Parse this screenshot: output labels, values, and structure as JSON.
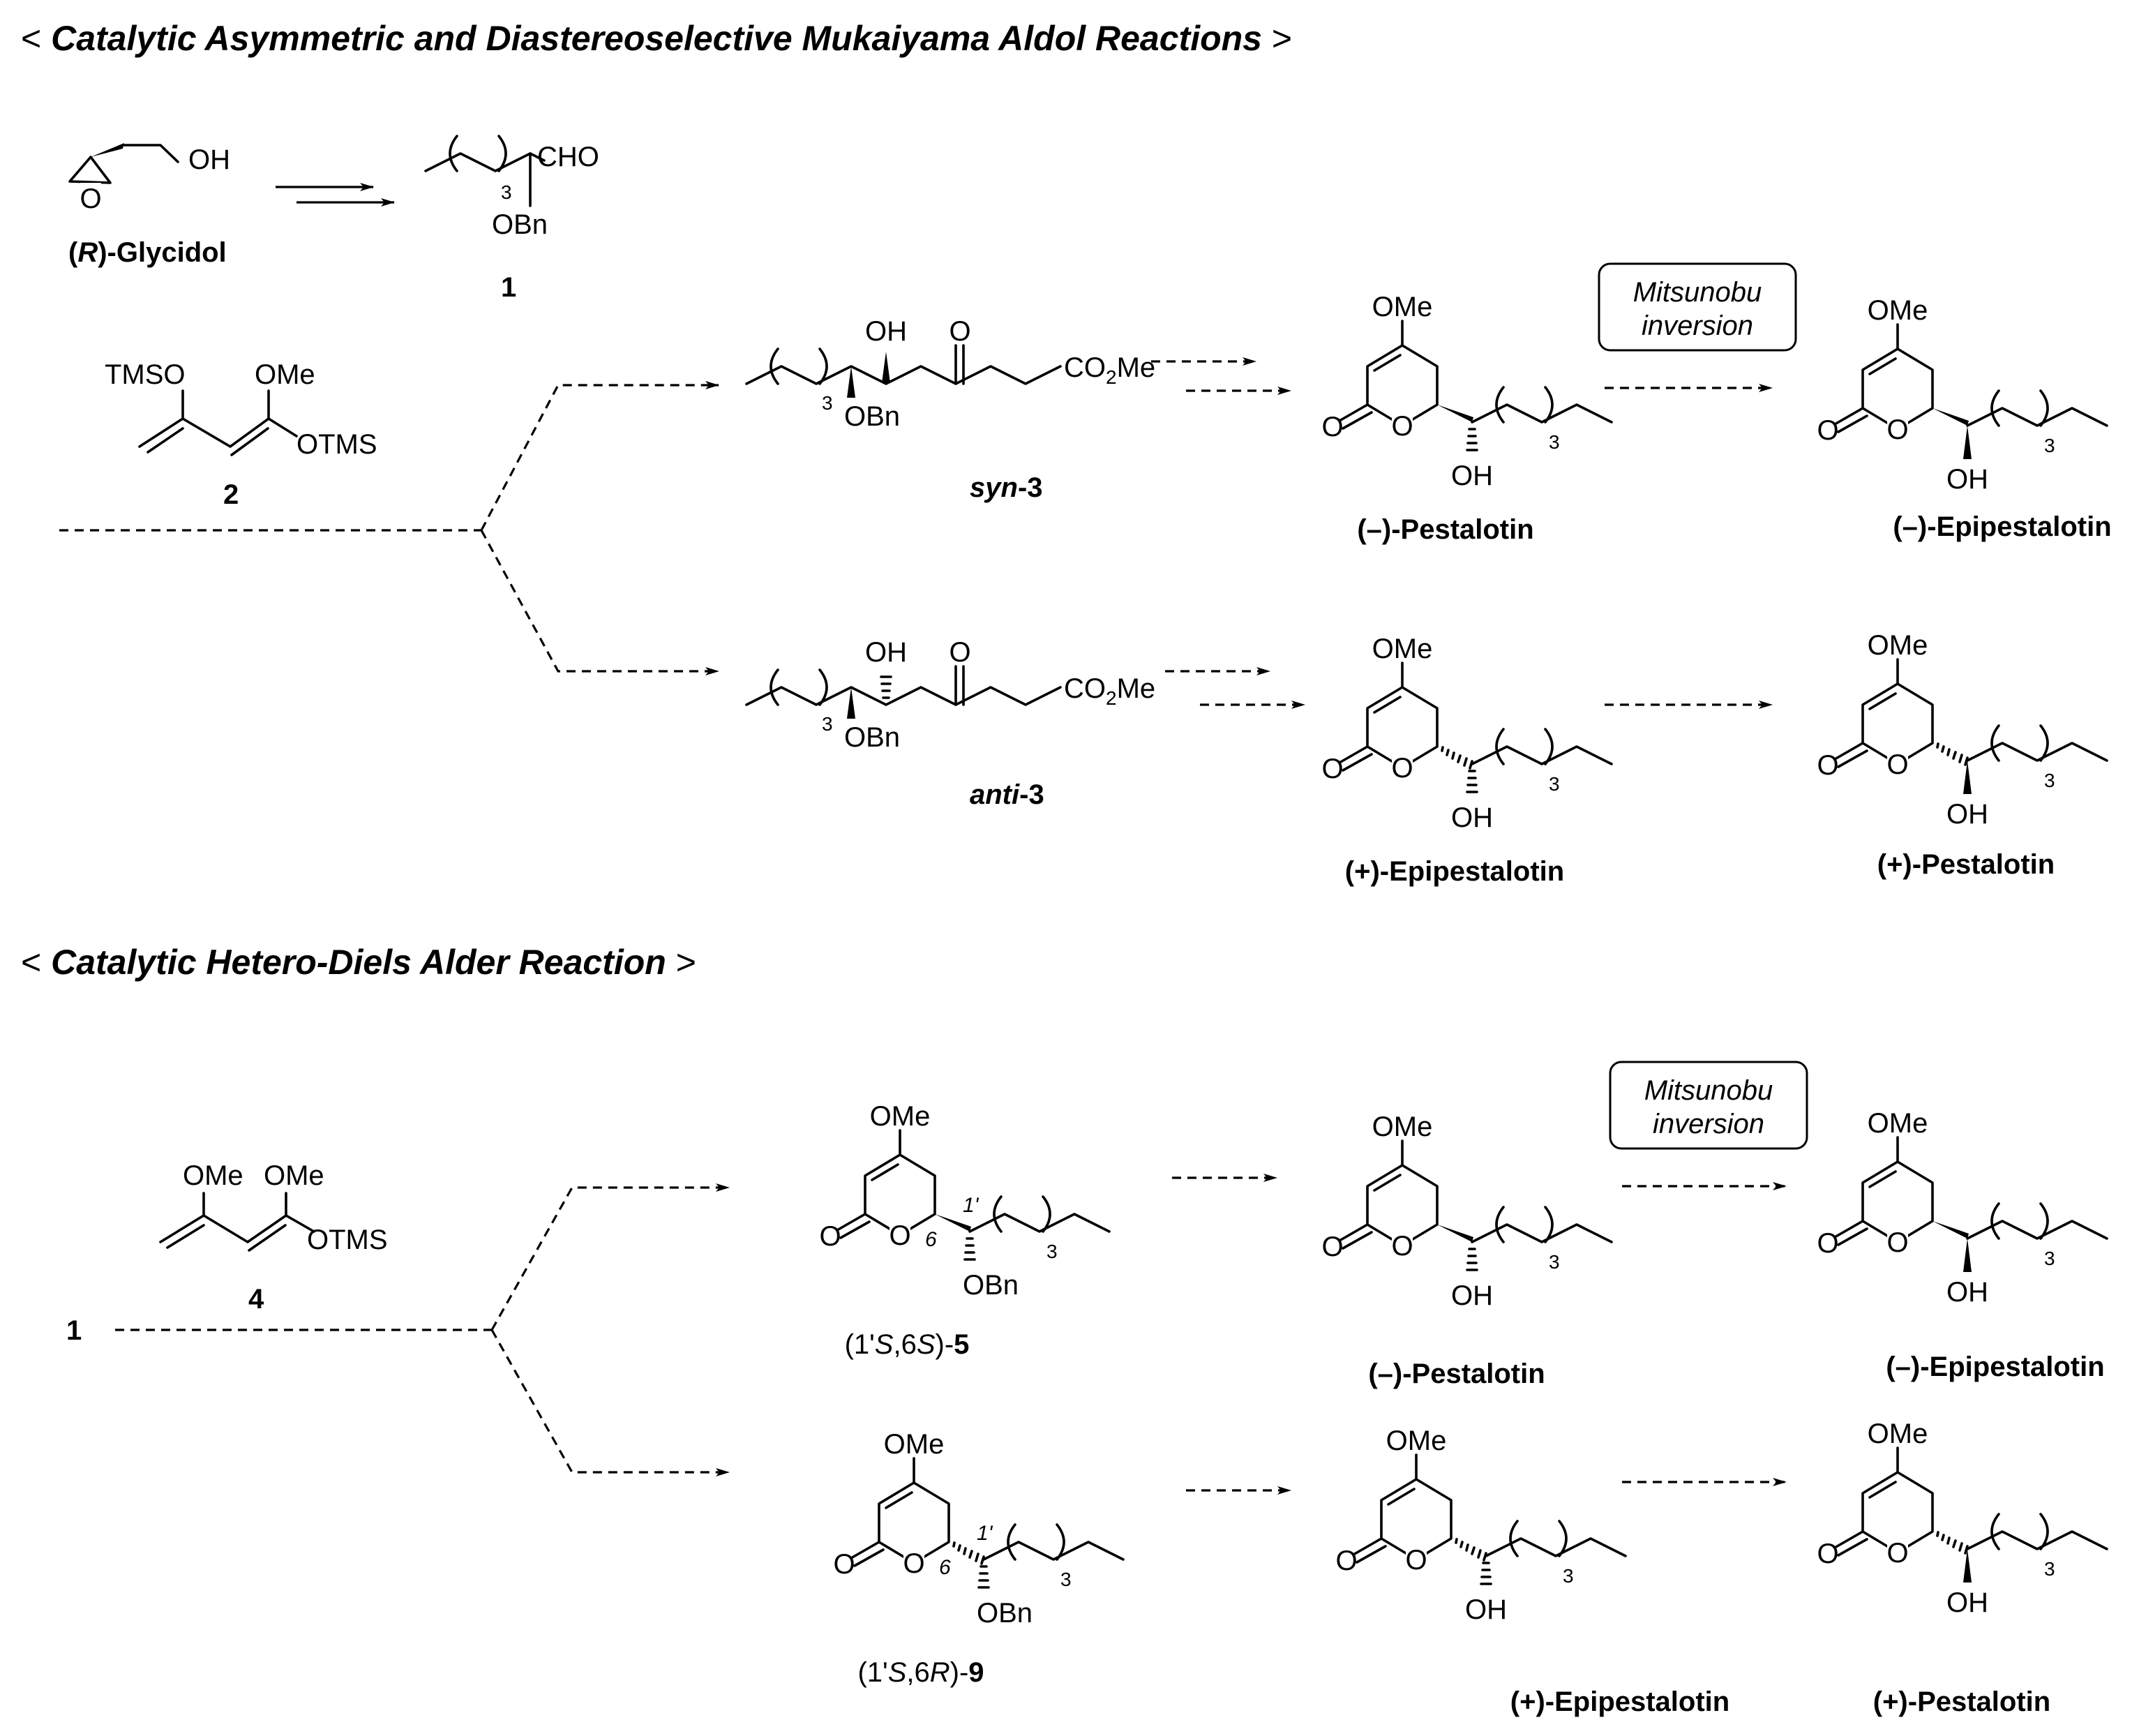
{
  "headers": {
    "aldol": [
      "< ",
      "Catalytic Asymmetric and Diastereoselective Mukaiyama Aldol Reactions",
      " >"
    ],
    "hda": [
      "< ",
      "Catalytic Hetero-Diels Alder Reaction",
      " >"
    ]
  },
  "atoms": {
    "oh": "OH",
    "o": "O",
    "cho": "CHO",
    "obn": "OBn",
    "ome": "OMe",
    "otms": "OTMS",
    "tmso": "TMSO",
    "co2me": "CO",
    "co2me_sub": "2",
    "co2me_end": "Me",
    "three": "3",
    "h_of_oh": "H"
  },
  "compounds": {
    "glycidol": [
      "(",
      "R",
      ")-Glycidol"
    ],
    "c1": "1",
    "c2": "2",
    "c4": "4",
    "syn3": [
      "syn",
      "-3"
    ],
    "anti3": [
      "anti",
      "-3"
    ],
    "c5": [
      "(1'",
      "S",
      ",6",
      "S",
      ")-",
      "5"
    ],
    "c9": [
      "(1'",
      "S",
      ",6",
      "R",
      ")-",
      "9"
    ],
    "start1": "1",
    "pestalotin_minus": "(–)-Pestalotin",
    "epipestalotin_minus": "(–)-Epipestalotin",
    "epipestalotin_plus": "(+)-Epipestalotin",
    "pestalotin_plus": "(+)-Pestalotin"
  },
  "locants": {
    "six": "6",
    "one_prime": "1'"
  },
  "mitsunobu": [
    "Mitsunobu",
    "inversion"
  ]
}
